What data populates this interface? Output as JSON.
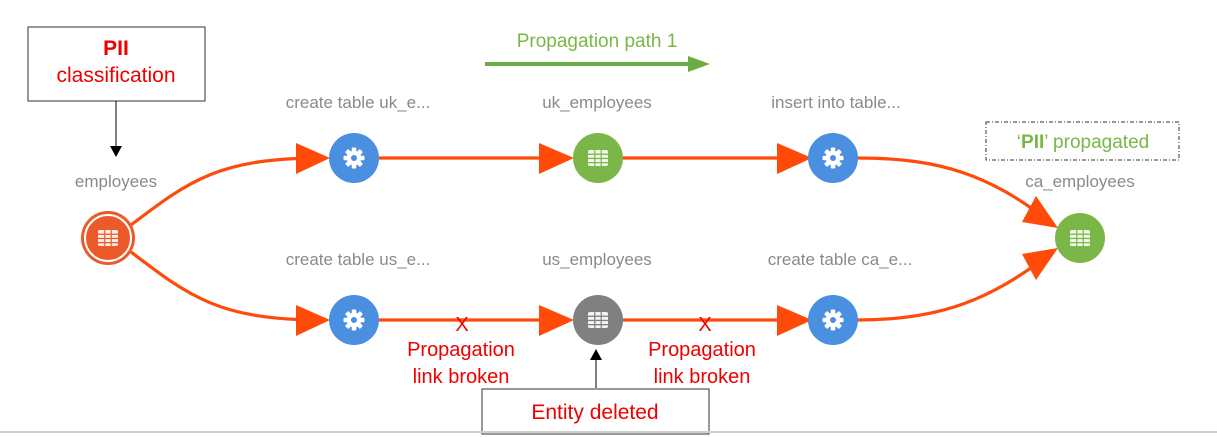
{
  "colors": {
    "edge": "#ff4a0a",
    "process_node": "#4a8fe0",
    "propagated_node": "#7ab648",
    "deleted_node": "#808080",
    "source_node": "#ea5a2a",
    "alert_text": "#ee0000",
    "path_green": "#6aad45",
    "label_gray": "#8a8a8a"
  },
  "classification_callout": {
    "title": "PII",
    "subtitle": "classification"
  },
  "propagation_path": {
    "label": "Propagation path 1"
  },
  "propagated_badge": {
    "quote_open": "‘",
    "tag": "PII",
    "quote_close": "’",
    "suffix": " propagated"
  },
  "nodes": {
    "employees": {
      "label": "employees",
      "type": "table",
      "state": "source",
      "icon": "table-icon"
    },
    "create_uk": {
      "label": "create table uk_e...",
      "type": "process",
      "icon": "gear-icon"
    },
    "uk_employees": {
      "label": "uk_employees",
      "type": "table",
      "state": "propagated",
      "icon": "table-icon"
    },
    "insert_into": {
      "label": "insert into table...",
      "type": "process",
      "icon": "gear-icon"
    },
    "ca_employees": {
      "label": "ca_employees",
      "type": "table",
      "state": "propagated",
      "icon": "table-icon"
    },
    "create_us": {
      "label": "create table us_e...",
      "type": "process",
      "icon": "gear-icon"
    },
    "us_employees": {
      "label": "us_employees",
      "type": "table",
      "state": "deleted",
      "icon": "table-icon"
    },
    "create_ca": {
      "label": "create table ca_e...",
      "type": "process",
      "icon": "gear-icon"
    }
  },
  "edges": [
    {
      "from": "employees",
      "to": "create_uk",
      "broken": false
    },
    {
      "from": "create_uk",
      "to": "uk_employees",
      "broken": false
    },
    {
      "from": "uk_employees",
      "to": "insert_into",
      "broken": false
    },
    {
      "from": "insert_into",
      "to": "ca_employees",
      "broken": false
    },
    {
      "from": "employees",
      "to": "create_us",
      "broken": false
    },
    {
      "from": "create_us",
      "to": "us_employees",
      "broken": true
    },
    {
      "from": "us_employees",
      "to": "create_ca",
      "broken": true
    },
    {
      "from": "create_ca",
      "to": "ca_employees",
      "broken": false
    }
  ],
  "broken_link": {
    "mark": "X",
    "line1": "Propagation",
    "line2": "link broken"
  },
  "deleted_callout": {
    "label": "Entity deleted"
  }
}
